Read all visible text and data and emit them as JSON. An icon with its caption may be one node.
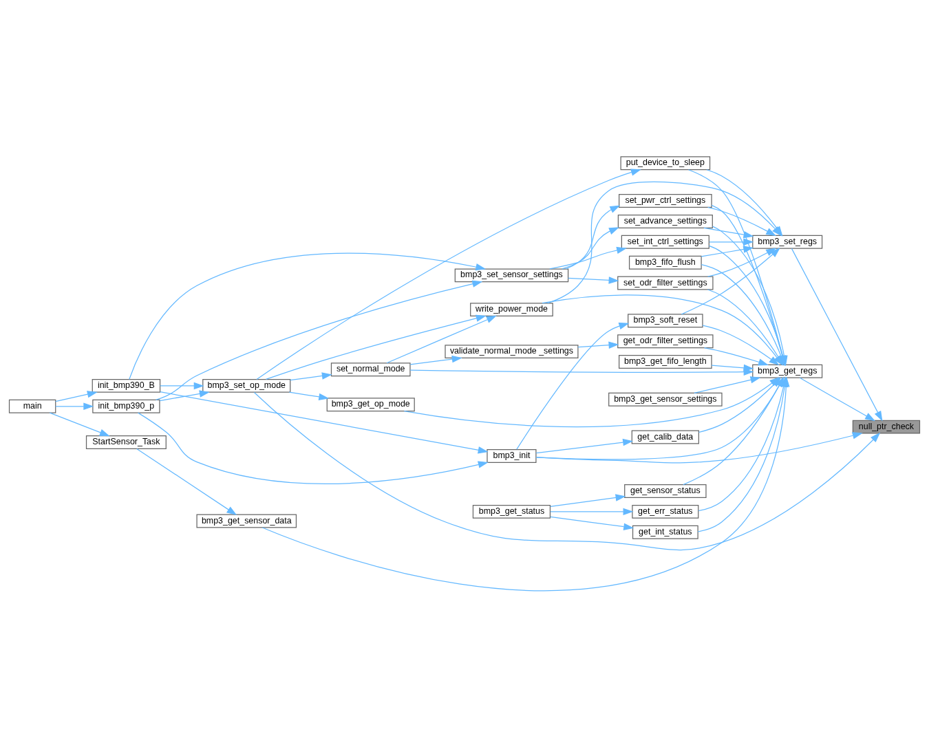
{
  "diagram": {
    "nodes": [
      {
        "text": [
          "null_ptr_check"
        ]
      },
      {
        "text": [
          "bmp3_set_regs"
        ]
      },
      {
        "text": [
          "bmp3_get_regs"
        ]
      },
      {
        "text": [
          "set_int_ctrl_settings"
        ]
      },
      {
        "text": [
          "set_odr_filter_settings"
        ]
      },
      {
        "text": [
          "bmp3_fifo_flush"
        ]
      },
      {
        "text": [
          "set_pwr_ctrl_settings"
        ]
      },
      {
        "text": [
          "set_advance_settings"
        ]
      },
      {
        "text": [
          "put_device_to_sleep"
        ]
      },
      {
        "text": [
          "bmp3_soft_reset"
        ]
      },
      {
        "text": [
          "get_odr_filter_settings"
        ]
      },
      {
        "text": [
          "bmp3_get_sensor_settings"
        ]
      },
      {
        "text": [
          "get_calib_data"
        ]
      },
      {
        "text": [
          "get_int_status"
        ]
      },
      {
        "text": [
          "get_sensor_status"
        ]
      },
      {
        "text": [
          "get_err_status"
        ]
      },
      {
        "text": [
          "bmp3_get_fifo_length"
        ]
      },
      {
        "text": [
          "bmp3_get_sensor_data"
        ]
      },
      {
        "text": [
          "bmp3_set_sensor_settings"
        ]
      },
      {
        "text": [
          "write_power_mode"
        ]
      },
      {
        "text": [
          "set_normal_mode"
        ]
      },
      {
        "text": [
          "validate_normal_mode _settings"
        ]
      },
      {
        "text": [
          "bmp3_get_op_mode"
        ]
      },
      {
        "text": [
          "bmp3_init"
        ]
      },
      {
        "text": [
          "bmp3_get_status"
        ]
      },
      {
        "text": [
          "bmp3_set_op_mode"
        ]
      },
      {
        "text": [
          "init_bmp390_B"
        ]
      },
      {
        "text": [
          "init_bmp390_p"
        ]
      },
      {
        "text": [
          "StartSensor_Task"
        ]
      },
      {
        "text": [
          "main"
        ]
      }
    ],
    "edges": [
      {
        "from": 1,
        "to": 0,
        "arrow": "to"
      },
      {
        "from": 2,
        "to": 0,
        "arrow": "to"
      },
      {
        "from": 23,
        "to": 0,
        "arrow": "to"
      },
      {
        "from": 25,
        "to": 0,
        "arrow": "to"
      },
      {
        "from": 3,
        "to": 1,
        "arrow": "to"
      },
      {
        "from": 4,
        "to": 1,
        "arrow": "to"
      },
      {
        "from": 19,
        "to": 1,
        "arrow": "to"
      },
      {
        "from": 5,
        "to": 1,
        "arrow": "to"
      },
      {
        "from": 6,
        "to": 1,
        "arrow": "to"
      },
      {
        "from": 7,
        "to": 1,
        "arrow": "to"
      },
      {
        "from": 8,
        "to": 1,
        "arrow": "to"
      },
      {
        "from": 9,
        "to": 1,
        "arrow": "to"
      },
      {
        "from": 3,
        "to": 2,
        "arrow": "to"
      },
      {
        "from": 4,
        "to": 2,
        "arrow": "to"
      },
      {
        "from": 5,
        "to": 2,
        "arrow": "to"
      },
      {
        "from": 6,
        "to": 2,
        "arrow": "to"
      },
      {
        "from": 7,
        "to": 2,
        "arrow": "to"
      },
      {
        "from": 8,
        "to": 2,
        "arrow": "to"
      },
      {
        "from": 19,
        "to": 2,
        "arrow": "to"
      },
      {
        "from": 20,
        "to": 2,
        "arrow": "to"
      },
      {
        "from": 9,
        "to": 2,
        "arrow": "to"
      },
      {
        "from": 10,
        "to": 2,
        "arrow": "to"
      },
      {
        "from": 22,
        "to": 2,
        "arrow": "to"
      },
      {
        "from": 11,
        "to": 2,
        "arrow": "to"
      },
      {
        "from": 23,
        "to": 2,
        "arrow": "to"
      },
      {
        "from": 12,
        "to": 2,
        "arrow": "to"
      },
      {
        "from": 13,
        "to": 2,
        "arrow": "to"
      },
      {
        "from": 14,
        "to": 2,
        "arrow": "to"
      },
      {
        "from": 15,
        "to": 2,
        "arrow": "to"
      },
      {
        "from": 16,
        "to": 2,
        "arrow": "to"
      },
      {
        "from": 17,
        "to": 2,
        "arrow": "to"
      },
      {
        "from": 18,
        "to": 3,
        "arrow": "to"
      },
      {
        "from": 18,
        "to": 4,
        "arrow": "to"
      },
      {
        "from": 18,
        "to": 6,
        "arrow": "to"
      },
      {
        "from": 18,
        "to": 7,
        "arrow": "to"
      },
      {
        "from": 25,
        "to": 8,
        "arrow": "to"
      },
      {
        "from": 25,
        "to": 19,
        "arrow": "to"
      },
      {
        "from": 25,
        "to": 20,
        "arrow": "to"
      },
      {
        "from": 25,
        "to": 22,
        "arrow": "to"
      },
      {
        "from": 20,
        "to": 19,
        "arrow": "to"
      },
      {
        "from": 20,
        "to": 21,
        "arrow": "to"
      },
      {
        "from": 21,
        "to": 10,
        "arrow": "to"
      },
      {
        "from": 23,
        "to": 9,
        "arrow": "to"
      },
      {
        "from": 23,
        "to": 12,
        "arrow": "to"
      },
      {
        "from": 24,
        "to": 13,
        "arrow": "to"
      },
      {
        "from": 24,
        "to": 14,
        "arrow": "to"
      },
      {
        "from": 24,
        "to": 15,
        "arrow": "to"
      },
      {
        "from": 26,
        "to": 18,
        "arrow": "to"
      },
      {
        "from": 26,
        "to": 25,
        "arrow": "to"
      },
      {
        "from": 26,
        "to": 23,
        "arrow": "to"
      },
      {
        "from": 27,
        "to": 18,
        "arrow": "to"
      },
      {
        "from": 27,
        "to": 25,
        "arrow": "to"
      },
      {
        "from": 27,
        "to": 23,
        "arrow": "to"
      },
      {
        "from": 29,
        "to": 26,
        "arrow": "to"
      },
      {
        "from": 29,
        "to": 27,
        "arrow": "to"
      },
      {
        "from": 29,
        "to": 28,
        "arrow": "to"
      },
      {
        "from": 28,
        "to": 17,
        "arrow": "to"
      }
    ]
  }
}
